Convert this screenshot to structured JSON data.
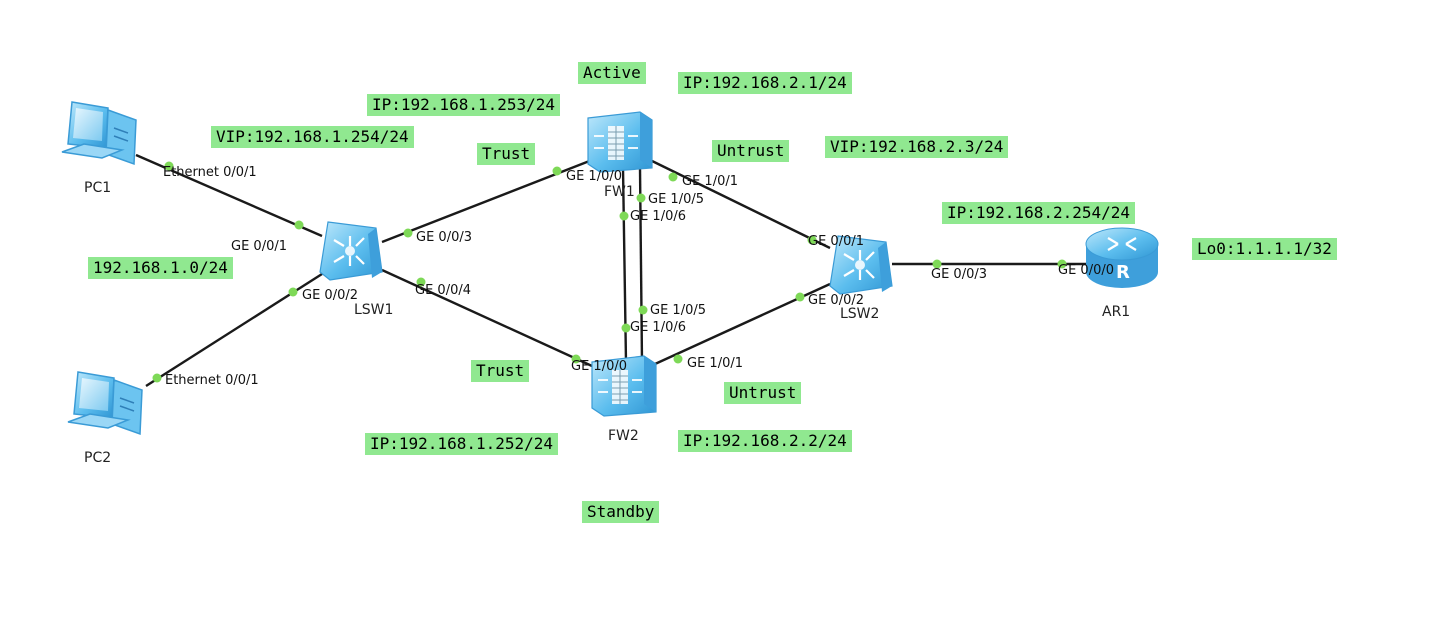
{
  "devices": {
    "pc1": {
      "name": "PC1",
      "icon": "pc-icon"
    },
    "pc2": {
      "name": "PC2",
      "icon": "pc-icon"
    },
    "lsw1": {
      "name": "LSW1",
      "icon": "switch-icon"
    },
    "lsw2": {
      "name": "LSW2",
      "icon": "switch-icon"
    },
    "fw1": {
      "name": "FW1",
      "icon": "firewall-icon"
    },
    "fw2": {
      "name": "FW2",
      "icon": "firewall-icon"
    },
    "ar1": {
      "name": "AR1",
      "icon": "router-icon"
    }
  },
  "labels": {
    "active": "Active",
    "standby": "Standby",
    "fw1_trust_ip": "IP:192.168.1.253/24",
    "fw1_untrust_ip": "IP:192.168.2.1/24",
    "vip_trust": "VIP:192.168.1.254/24",
    "vip_untrust": "VIP:192.168.2.3/24",
    "trust_top": "Trust",
    "untrust_top": "Untrust",
    "trust_bottom": "Trust",
    "untrust_bottom": "Untrust",
    "lan_subnet": "192.168.1.0/24",
    "ar1_ip": "IP:192.168.2.254/24",
    "loopback": "Lo0:1.1.1.1/32",
    "fw2_trust_ip": "IP:192.168.1.252/24",
    "fw2_untrust_ip": "IP:192.168.2.2/24"
  },
  "ports": {
    "pc1_eth": "Ethernet 0/0/1",
    "pc2_eth": "Ethernet 0/0/1",
    "lsw1_g1": "GE 0/0/1",
    "lsw1_g2": "GE 0/0/2",
    "lsw1_g3": "GE 0/0/3",
    "lsw1_g4": "GE 0/0/4",
    "fw1_g0": "GE 1/0/0",
    "fw1_g1": "GE 1/0/1",
    "fw1_g5": "GE 1/0/5",
    "fw1_g6": "GE 1/0/6",
    "fw2_g0": "GE 1/0/0",
    "fw2_g1": "GE 1/0/1",
    "fw2_g5": "GE 1/0/5",
    "fw2_g6": "GE 1/0/6",
    "lsw2_g1": "GE 0/0/1",
    "lsw2_g2": "GE 0/0/2",
    "lsw2_g3": "GE 0/0/3",
    "ar1_g0": "GE 0/0/0"
  },
  "colors": {
    "label_bg": "#90e890",
    "link": "#1a1a1a",
    "port_dot": "#7ed957",
    "device_blue": "#57b9ec"
  }
}
